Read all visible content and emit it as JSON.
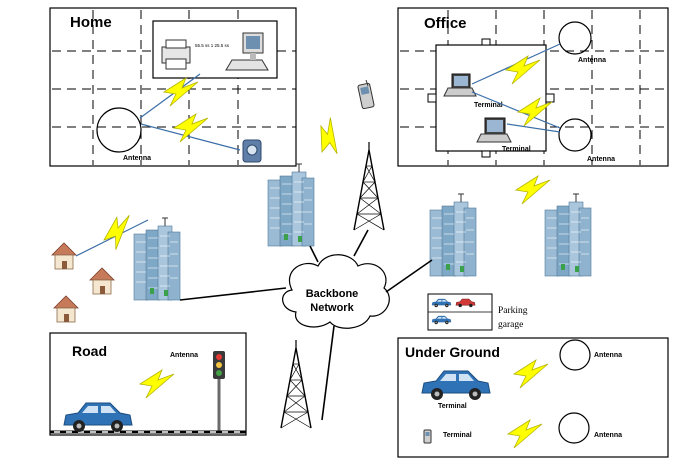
{
  "panels": {
    "home": {
      "title": "Home",
      "antenna_label": "Antenna",
      "device_text": "55.5 ss 1 25.5 ss"
    },
    "office": {
      "title": "Office",
      "antenna_label_1": "Antenna",
      "antenna_label_2": "Antenna",
      "terminal_label_1": "Terminal",
      "terminal_label_2": "Terminal"
    },
    "road": {
      "title": "Road",
      "antenna_label": "Antenna"
    },
    "underground": {
      "title": "Under Ground",
      "antenna_label_1": "Antenna",
      "antenna_label_2": "Antenna",
      "terminal_label_1": "Terminal",
      "terminal_label_2": "Terminal"
    }
  },
  "backbone": {
    "line1": "Backbone",
    "line2": "Network"
  },
  "parking": {
    "line1": "Parking",
    "line2": "garage"
  },
  "colors": {
    "lightning": "#ffff00",
    "lightning_stroke": "#b5b500",
    "building": "#7fa8c6",
    "building_dark": "#4e7898",
    "car": "#2f72b5",
    "wire": "#3b6ea8"
  }
}
